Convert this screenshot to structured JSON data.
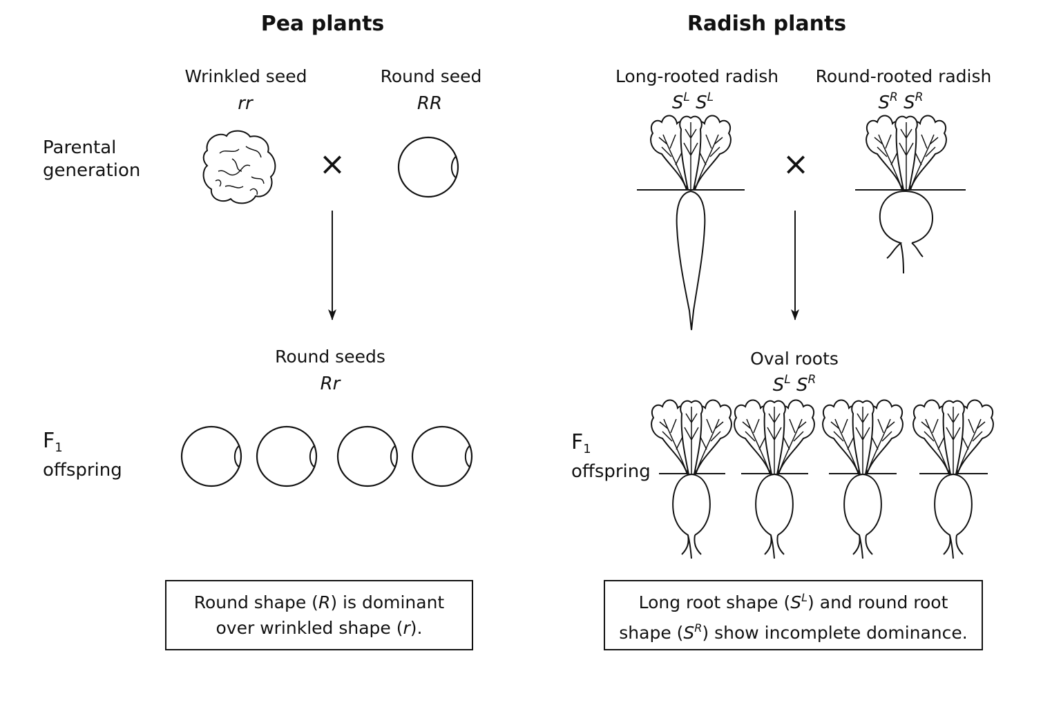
{
  "pea": {
    "title": "Pea plants",
    "parent1": {
      "label": "Wrinkled seed",
      "genotype": "rr"
    },
    "parent2": {
      "label": "Round seed",
      "genotype": "RR"
    },
    "offspring": {
      "label": "Round seeds",
      "genotype": "Rr"
    },
    "cross_symbol": "×",
    "note": {
      "part1": "Round shape (",
      "allele1": "R",
      "part2": ") is dominant",
      "part3": "over wrinkled shape (",
      "allele2": "r",
      "part4": ")."
    }
  },
  "radish": {
    "title": "Radish plants",
    "parent1": {
      "label": "Long-rooted radish",
      "allele_base": "S",
      "sup_a": "L",
      "sup_b": "L"
    },
    "parent2": {
      "label": "Round-rooted radish",
      "allele_base": "S",
      "sup_a": "R",
      "sup_b": "R"
    },
    "offspring": {
      "label": "Oval roots",
      "allele_base": "S",
      "sup_a": "L",
      "sup_b": "R"
    },
    "cross_symbol": "×",
    "note": {
      "part1": "Long root shape (",
      "allele_base": "S",
      "sup1": "L",
      "part2": ") and round root",
      "part3": "shape (",
      "sup2": "R",
      "part4": ") show incomplete dominance."
    }
  },
  "rows": {
    "parental_line1": "Parental",
    "parental_line2": "generation",
    "f1_letter": "F",
    "f1_sub": "1",
    "offspring_word": "offspring"
  }
}
